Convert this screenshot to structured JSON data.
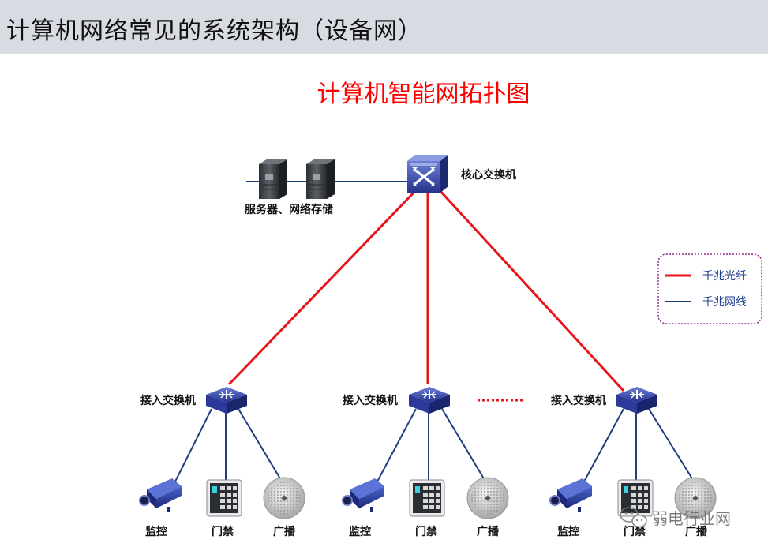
{
  "header": {
    "title": "计算机网络常见的系统架构（设备网）"
  },
  "diagram": {
    "title": "计算机智能网拓扑图",
    "core_switch_label": "核心交换机",
    "servers_label": "服务器、网络存储",
    "access_switch_label": "接入交换机",
    "devices": {
      "camera": "监控",
      "access_control": "门禁",
      "broadcast": "广播"
    },
    "legend": {
      "fiber": "千兆光纤",
      "cable": "千兆网线"
    },
    "colors": {
      "fiber": "#e8141b",
      "cable": "#1f3f7a",
      "legend_border": "#8e2c8e",
      "title": "#ff0000"
    }
  },
  "watermark": {
    "text": "弱电行业网"
  }
}
